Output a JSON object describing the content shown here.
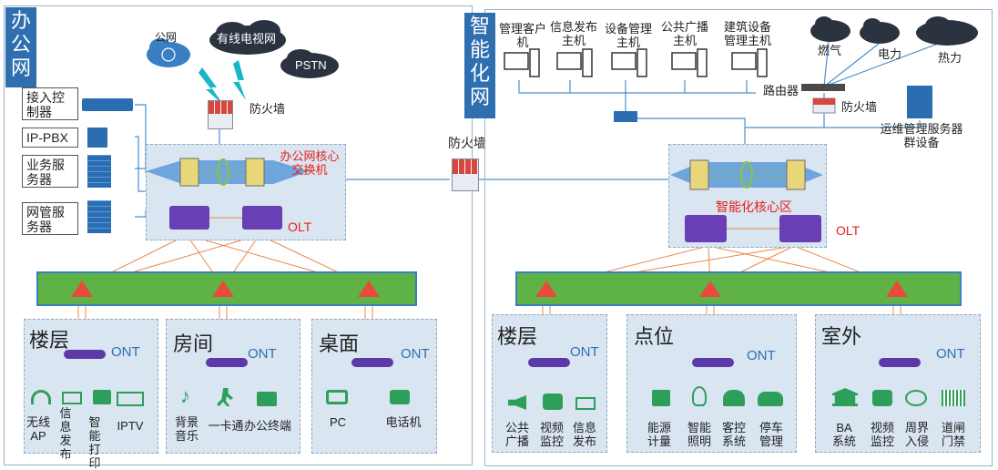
{
  "left_net": {
    "title": "办公网",
    "core_label": "办公网核心交换机",
    "olt": "OLT",
    "firewall": "防火墙",
    "clouds": {
      "internet": "公网",
      "cable_tv": "有线电视网",
      "pstn": "PSTN"
    },
    "servers": [
      "接入控制器",
      "IP-PBX",
      "业务服务器",
      "网管服务器"
    ],
    "zones": [
      {
        "title": "楼层",
        "ont": "ONT",
        "devices": [
          "无线AP",
          "信息发布",
          "智能打印",
          "IPTV"
        ]
      },
      {
        "title": "房间",
        "ont": "ONT",
        "devices": [
          "背景音乐",
          "一卡通",
          "办公终端"
        ]
      },
      {
        "title": "桌面",
        "ont": "ONT",
        "devices": [
          "PC",
          "电话机"
        ]
      }
    ]
  },
  "middle_firewall": "防火墙",
  "right_net": {
    "title": "智能化网",
    "core_label": "智能化核心区",
    "olt": "OLT",
    "firewall": "防火墙",
    "router": "路由器",
    "hosts": [
      "管理客户机",
      "信息发布主机",
      "设备管理主机",
      "公共广播主机",
      "建筑设备管理主机"
    ],
    "utilities": [
      "燃气",
      "电力",
      "热力"
    ],
    "ops_server": "运维管理服务器群设备",
    "zones": [
      {
        "title": "楼层",
        "ont": "ONT",
        "devices": [
          "公共广播",
          "视频监控",
          "信息发布"
        ]
      },
      {
        "title": "点位",
        "ont": "ONT",
        "devices": [
          "能源计量",
          "智能照明",
          "客控系统",
          "停车管理"
        ]
      },
      {
        "title": "室外",
        "ont": "ONT",
        "devices": [
          "BA系统",
          "视频监控",
          "周界入侵",
          "道闸门禁"
        ]
      }
    ]
  },
  "colors": {
    "accent": "#2f6fb0",
    "label_red": "#e8201b",
    "splitter_bar": "#5fb346",
    "fiber": "#e8894a",
    "device_blue": "#1e7dbf",
    "device_green": "#2e9e5b",
    "ont_purple": "#5b3aa8"
  },
  "icons": [
    "cloud-icon",
    "lightning-icon",
    "firewall-icon",
    "switch-icon",
    "olt-icon",
    "splitter-icon",
    "ont-icon",
    "server-icon",
    "workstation-icon",
    "router-icon",
    "wifi-icon",
    "music-icon",
    "runner-icon",
    "pc-icon",
    "phone-icon",
    "speaker-icon",
    "camera-icon",
    "display-icon",
    "bank-icon",
    "barcode-icon",
    "car-icon",
    "bulb-icon",
    "people-icon"
  ]
}
